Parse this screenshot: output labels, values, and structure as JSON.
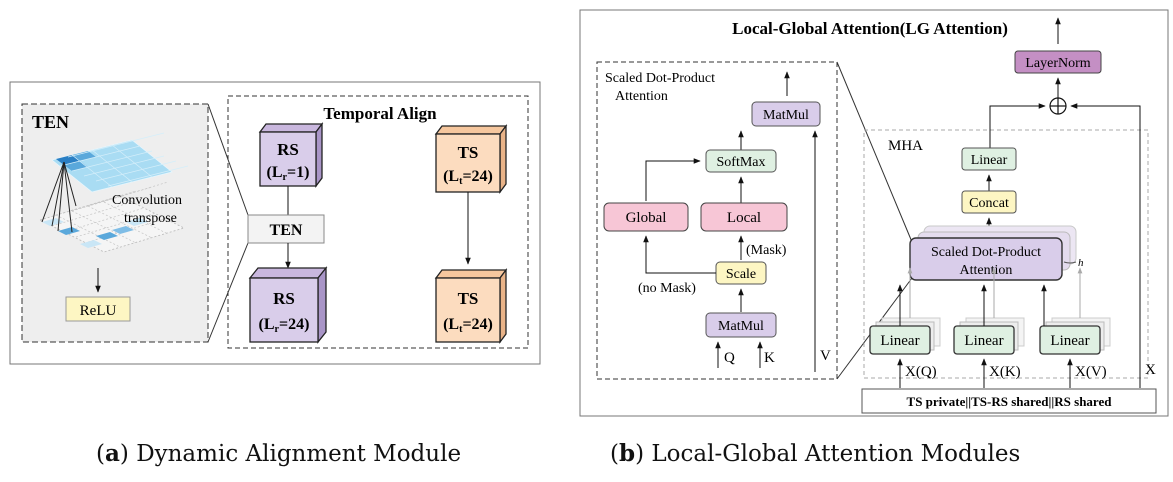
{
  "panel_a": {
    "ten_title": "TEN",
    "conv_label": [
      "Convolution",
      "transpose"
    ],
    "relu": "ReLU",
    "temporal_align": "Temporal Align",
    "rs_top": {
      "line1": "RS",
      "sym": "L",
      "sub": "r",
      "rest": "=1)"
    },
    "ts_top": {
      "line1": "TS",
      "sym": "L",
      "sub": "t",
      "rest": "=24)"
    },
    "ten_box": "TEN",
    "rs_bottom": {
      "line1": "RS",
      "sym": "L",
      "sub": "r",
      "rest": "=24)"
    },
    "ts_bottom": {
      "line1": "TS",
      "sym": "L",
      "sub": "t",
      "rest": "=24)"
    }
  },
  "panel_b": {
    "title": "Local-Global Attention(LG Attention)",
    "sdpa_title": [
      "Scaled Dot-Product",
      "Attention"
    ],
    "matmul_top": "MatMul",
    "softmax": "SoftMax",
    "global": "Global",
    "local": "Local",
    "mask": "(Mask)",
    "scale": "Scale",
    "no_mask": "(no Mask)",
    "matmul_bottom": "MatMul",
    "q": "Q",
    "k": "K",
    "v": "V",
    "layernorm": "LayerNorm",
    "plus": "+",
    "mha": "MHA",
    "linear_out": "Linear",
    "concat": "Concat",
    "sdpa_block": [
      "Scaled Dot-Product",
      "Attention"
    ],
    "h": "h",
    "linear": "Linear",
    "xq": "X(Q)",
    "xk": "X(K)",
    "xv": "X(V)",
    "x": "X",
    "input_label": "TS private||TS-RS shared||RS shared"
  },
  "captions": {
    "a_letter": "a",
    "a_text": "Dynamic Alignment Module",
    "b_letter": "b",
    "b_text": "Local-Global Attention Modules"
  },
  "colors": {
    "purple_box": "#d9cdea",
    "orange_box": "#fcdcbf",
    "pink_box": "#f7c6d6",
    "green_box": "#dff0e2",
    "yellow_box": "#fdf6c3",
    "gray_panel": "#efefef",
    "layernorm": "#c48fc4",
    "grid_blue": "#9fd3ee"
  }
}
